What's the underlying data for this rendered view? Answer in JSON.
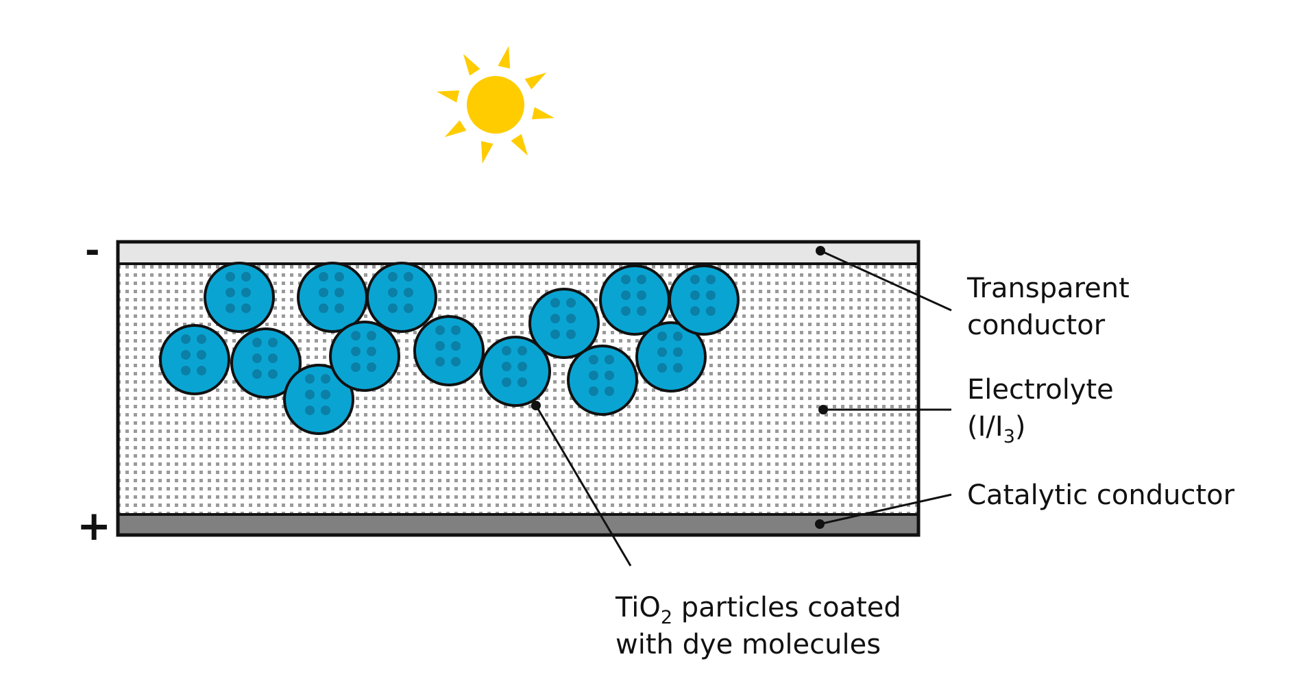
{
  "colors": {
    "particle_fill": "#0aa4d2",
    "particle_dot": "#0b7fa6",
    "sun": "#ffcc00",
    "electrolyte_dots": "#9a9a9a",
    "transparent_layer": "#e6e6e6",
    "catalytic_layer": "#808080",
    "outline": "#111111"
  },
  "icons": {
    "sun": "sun-icon"
  },
  "terminals": {
    "negative": "-",
    "positive": "+"
  },
  "labels": {
    "transparent_conductor": {
      "line1": "Transparent",
      "line2": "conductor"
    },
    "electrolyte": {
      "line1": "Electrolyte",
      "line2_prefix": "(I/I",
      "line2_sub": "3",
      "line2_suffix": ")"
    },
    "catalytic_conductor": "Catalytic conductor",
    "tio2": {
      "prefix": "TiO",
      "sub": "2",
      "rest": " particles coated",
      "line2": "with dye molecules"
    }
  }
}
